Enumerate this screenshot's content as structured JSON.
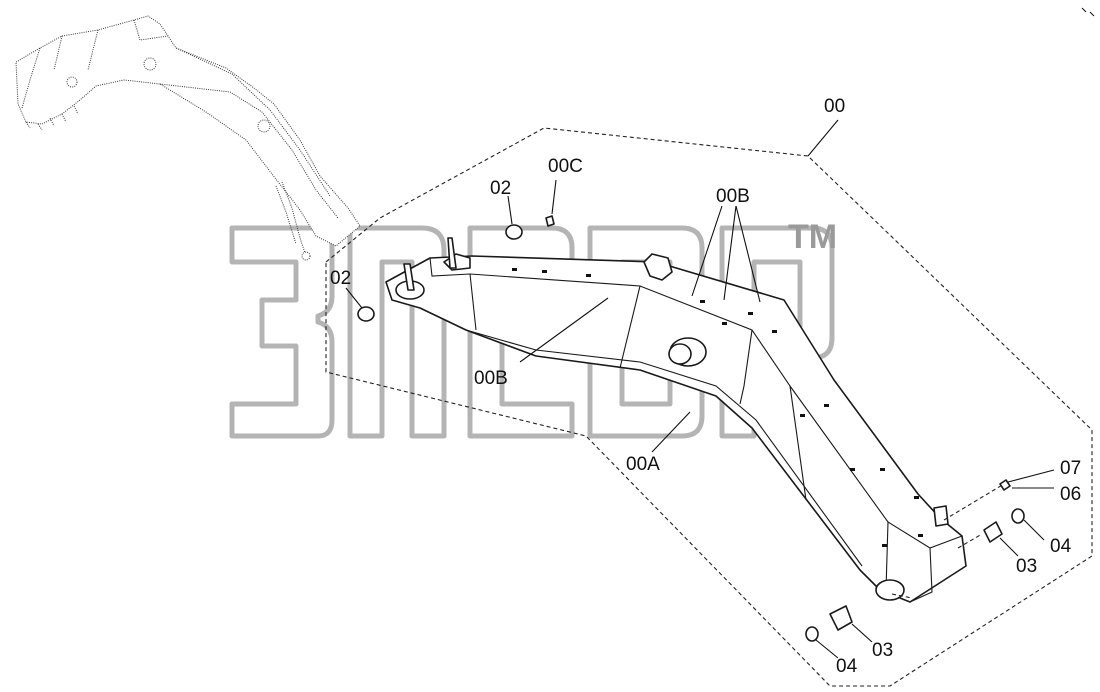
{
  "watermark": {
    "trademark": "TM",
    "color": "#b4b4b4"
  },
  "labels": {
    "assembly": "00",
    "boom": "00A",
    "plate_upper": "00B",
    "plate_lower": "00B",
    "grease": "00C",
    "bushing_left": "02",
    "bushing_top": "02",
    "pin_right": "07",
    "pin_right_b": "06",
    "collar_right": "03",
    "ring_right": "04",
    "collar_bottom": "03",
    "ring_bottom": "04"
  }
}
